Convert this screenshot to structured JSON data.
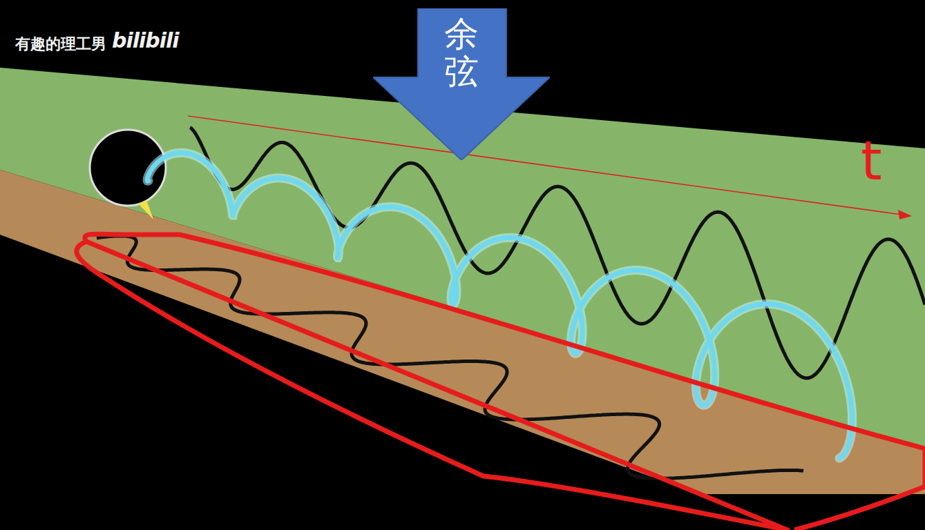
{
  "diagram": {
    "nodes": [
      {
        "text": [
          "余弦"
        ]
      }
    ],
    "labels": [
      "t",
      "有趣的理工男",
      "bilibili"
    ]
  }
}
